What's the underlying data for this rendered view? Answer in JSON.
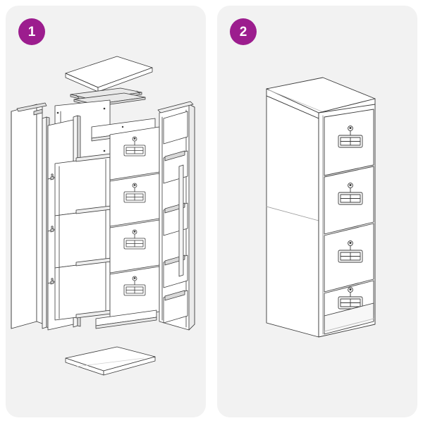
{
  "document": {
    "type": "furniture-assembly-instructions",
    "product": "4-drawer filing cabinet",
    "background_color": "#ffffff",
    "panel_color": "#f2f2f2",
    "accent_color": "#9c1d8e",
    "line_color": "#3a3a3a"
  },
  "panels": [
    {
      "step_number": "1",
      "badge_label": "1",
      "caption": "",
      "illustration": "exploded-view-filing-cabinet",
      "parts": [
        {
          "name": "top-panel",
          "label": ""
        },
        {
          "name": "top-rails",
          "label": ""
        },
        {
          "name": "left-side-panel",
          "label": ""
        },
        {
          "name": "right-side-panel",
          "label": ""
        },
        {
          "name": "back-panel",
          "label": ""
        },
        {
          "name": "drawer-front-1",
          "label": ""
        },
        {
          "name": "drawer-front-2",
          "label": ""
        },
        {
          "name": "drawer-front-3",
          "label": ""
        },
        {
          "name": "drawer-front-4",
          "label": ""
        },
        {
          "name": "bottom-panel",
          "label": ""
        }
      ]
    },
    {
      "step_number": "2",
      "badge_label": "2",
      "caption": "",
      "illustration": "assembled-filing-cabinet",
      "parts": [
        {
          "name": "cabinet-body",
          "label": ""
        },
        {
          "name": "drawer-1",
          "label": ""
        },
        {
          "name": "drawer-2",
          "label": ""
        },
        {
          "name": "drawer-3",
          "label": ""
        },
        {
          "name": "drawer-4",
          "label": ""
        },
        {
          "name": "plinth",
          "label": ""
        }
      ]
    }
  ]
}
